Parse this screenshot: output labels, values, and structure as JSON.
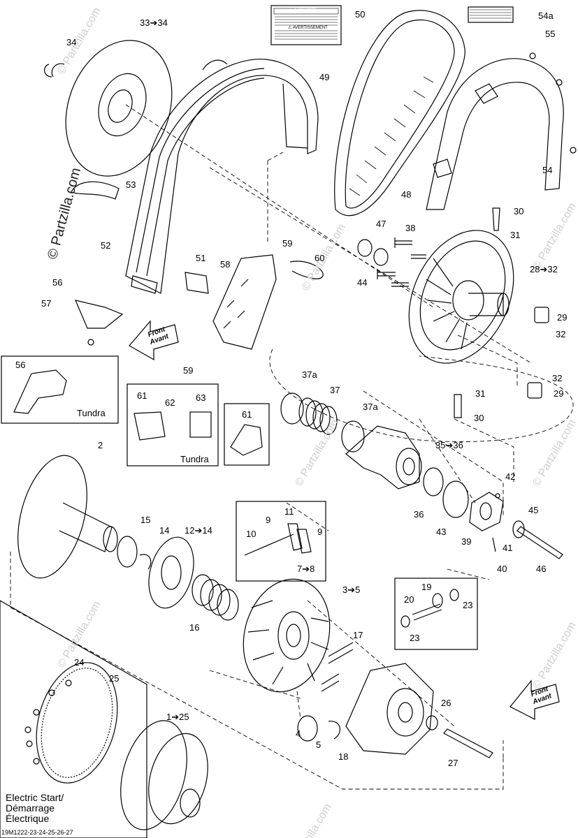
{
  "callouts": {
    "c2": "2",
    "c3": "3➔5",
    "c4": "4",
    "c5": "5",
    "c7": "7➔8",
    "c9a": "9",
    "c9b": "9",
    "c10": "10",
    "c11": "11",
    "c12": "12➔14",
    "c14": "14",
    "c15": "15",
    "c16": "16",
    "c17": "17",
    "c18": "18",
    "c19": "19",
    "c20": "20",
    "c23a": "23",
    "c23b": "23",
    "c24": "24",
    "c25": "25",
    "c125": "1➔25",
    "c26": "26",
    "c27": "27",
    "c28": "28➔32",
    "c29a": "29",
    "c29b": "29",
    "c30a": "30",
    "c30b": "30",
    "c31a": "31",
    "c31b": "31",
    "c32a": "32",
    "c32b": "32",
    "c33": "33➔34",
    "c34": "34",
    "c35": "35➔36",
    "c36": "36",
    "c37": "37",
    "c37a1": "37a",
    "c37a2": "37a",
    "c38": "38",
    "c39": "39",
    "c40": "40",
    "c41": "41",
    "c42": "42",
    "c43": "43",
    "c44": "44",
    "c45": "45",
    "c46": "46",
    "c47": "47",
    "c48": "48",
    "c49": "49",
    "c50": "50",
    "c51": "51",
    "c52": "52",
    "c53": "53",
    "c54": "54",
    "c54a": "54a",
    "c55": "55",
    "c56a": "56",
    "c56b": "56",
    "c57": "57",
    "c58": "58",
    "c59a": "59",
    "c59b": "59",
    "c60": "60",
    "c61a": "61",
    "c61b": "61",
    "c62": "62",
    "c63": "63"
  },
  "boxes": {
    "tundra_bracket": "Tundra",
    "tundra_kit": "Tundra"
  },
  "front_arrow": {
    "line1": "Front",
    "line2": "Avant"
  },
  "electric_start": {
    "line1": "Electric Start/",
    "line2": "Démarrage",
    "line3": "Électrique"
  },
  "reference_code": "19M1222-23-24-25-26-27",
  "watermark": "© Partzilla.com",
  "watermark_small": "© Partzilla.com",
  "label_sticker": {
    "warning": "⚠ WARNING",
    "avertissement": "⚠ AVERTISSEMENT"
  }
}
